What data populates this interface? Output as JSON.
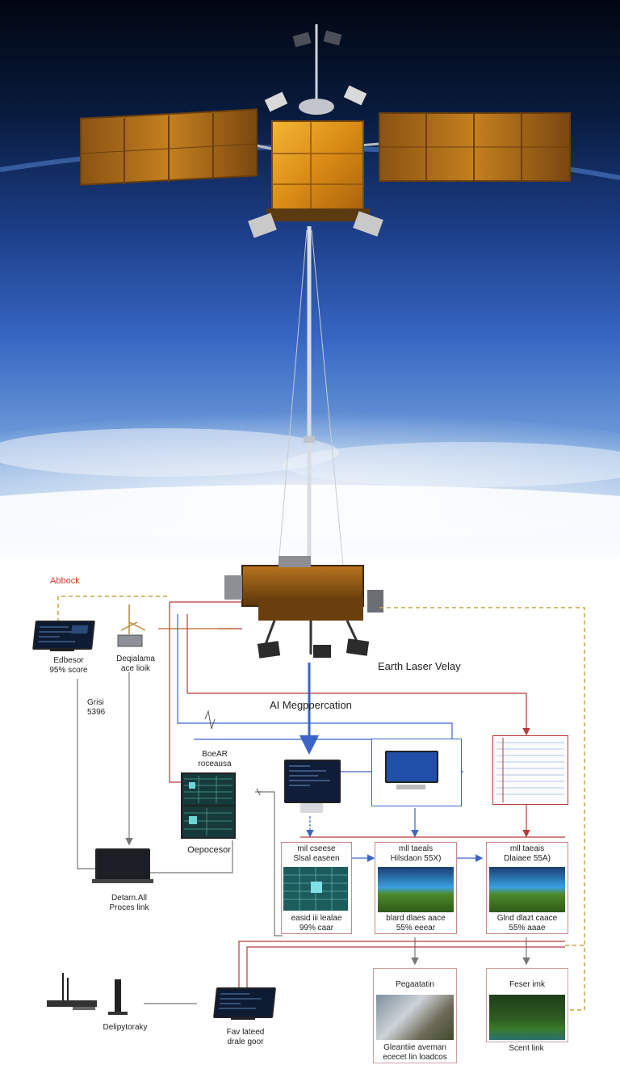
{
  "labels": {
    "attack": "Abbock",
    "left_monitor": "Edbesor\n95% score",
    "relay_terminal": "Deqialama\nace lioik",
    "stat_small": "Grisi\n5396",
    "earth_laser": "Earth Laser Velay",
    "ai_main": "AI Megppercation",
    "boar_process": "BoeAR\nroceausa",
    "processor": "Oepocesor",
    "data_link": "Detarn.All\nProces link",
    "mid_box_1": "mil cseese\nSlsal easeen",
    "mid_box_2": "mll taeals\nHilsdaon 55X)",
    "mid_box_3": "mll taeais\nDlaiaee 55A)",
    "mid_foot_1": "easid iii lealae\n99% caar",
    "mid_foot_2": "blard dlaes aace\n55% eeear",
    "mid_foot_3": "Glnd dlazt caace\n55% aaae",
    "bottom_box_1_title": "Pegaatatin",
    "bottom_box_1_caption": "Gleantiie aveman\nececet lin loadcos",
    "bottom_box_2_title": "Feser imk",
    "bottom_box_2_caption": "Scent link",
    "deploy": "Delipytoraky",
    "final_terminal": "Fav lateed\ndrale goor"
  },
  "colors": {
    "red_line": "#b83a3a",
    "blue_line": "#3b63c8",
    "gold_dash": "#c9a43c",
    "gray_line": "#777777",
    "attack_red": "#d9392b"
  },
  "icons": [
    "satellite-icon",
    "monitor-icon",
    "laptop-icon",
    "terminal-icon",
    "router-icon",
    "antenna-icon",
    "chip-board-icon",
    "data-grid-icon"
  ]
}
